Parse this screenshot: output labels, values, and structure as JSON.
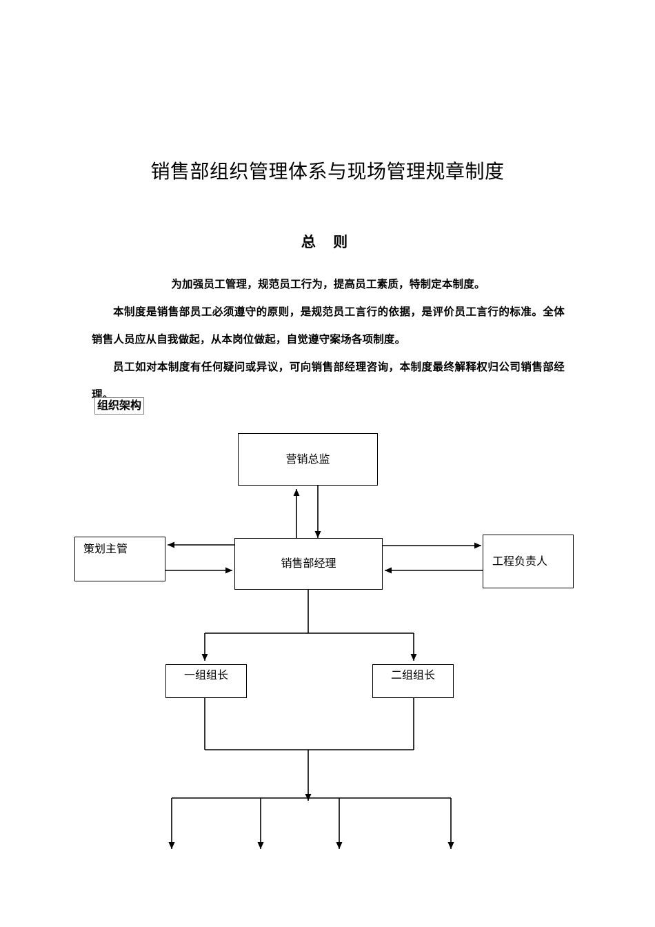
{
  "document": {
    "title": "销售部组织管理体系与现场管理规章制度",
    "subtitle": "总  则",
    "paragraphs": [
      "为加强员工管理，规范员工行为，提高员工素质，特制定本制度。",
      "本制度是销售部员工必须遵守的原则，是规范员工言行的依据，是评价员工言行的标准。全体销售人员应从自我做起，从本岗位做起，自觉遵守案场各项制度。",
      "员工如对本制度有任何疑问或异议，可向销售部经理咨询，本制度最终解释权归公司销售部经理。"
    ],
    "section_heading": "组织架构"
  },
  "org_chart": {
    "nodes": {
      "marketing_director": "营销总监",
      "planning_supervisor": "策划主管",
      "sales_manager": "销售部经理",
      "engineering_lead": "工程负责人",
      "team_one_leader": "一组组长",
      "team_two_leader": "二组组长"
    },
    "line_color": "#000000",
    "box_border_color": "#000000"
  }
}
